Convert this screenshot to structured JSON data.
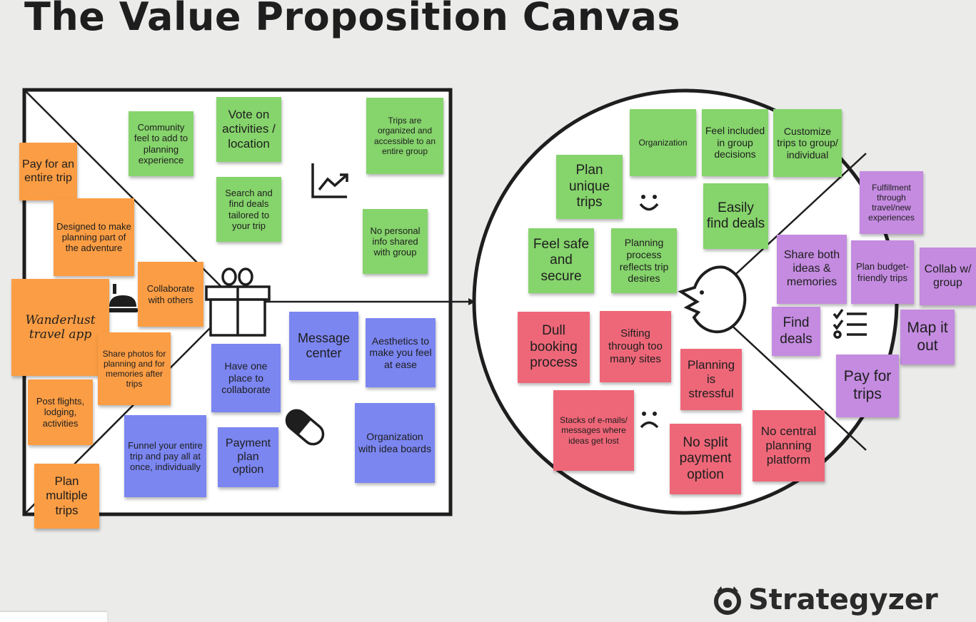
{
  "title": "The Value Proposition Canvas",
  "brand": "Strategyzer",
  "colors": {
    "background": "#ebebea",
    "orange": "#fb9d44",
    "green": "#86d46c",
    "blue": "#7b86f1",
    "red": "#ee6778",
    "purple": "#c48be0"
  },
  "icons": [
    "bell-icon",
    "gift-icon",
    "chart-up-icon",
    "pill-icon",
    "smile-icon",
    "face-icon",
    "frown-icon",
    "checklist-icon",
    "strategyzer-logo-icon"
  ],
  "value_map": {
    "products_services": {
      "product_name": "Wanderlust travel app",
      "notes": [
        "Pay for an entire trip",
        "Designed to make planning part of the adventure",
        "Collaborate with others",
        "Share photos for planning and for memories after trips",
        "Post flights, lodging, activities",
        "Plan multiple trips"
      ]
    },
    "gain_creators": [
      "Community feel to add to planning experience",
      "Vote on activities / location",
      "Search and find deals tailored to your trip",
      "Trips are organized and accessible to an entire group",
      "No personal info shared with group"
    ],
    "pain_relievers": [
      "Message center",
      "Aesthetics to make you feel at ease",
      "Have one place to collaborate",
      "Funnel your entire trip and pay all at once, individually",
      "Payment plan option",
      "Organization with idea boards"
    ]
  },
  "customer_profile": {
    "gains": [
      "Organization",
      "Feel included in group decisions",
      "Customize trips to group/ individual",
      "Plan unique trips",
      "Easily find deals",
      "Feel safe and secure",
      "Planning process reflects trip desires"
    ],
    "pains": [
      "Dull booking process",
      "Sifting through too many sites",
      "Planning is stressful",
      "Stacks of e-mails/ messages where ideas get lost",
      "No split payment option",
      "No central planning platform"
    ],
    "jobs": [
      "Fulfillment through travel/new experiences",
      "Share both ideas & memories",
      "Plan budget-friendly trips",
      "Collab w/ group",
      "Find deals",
      "Map it out",
      "Pay for trips"
    ]
  }
}
